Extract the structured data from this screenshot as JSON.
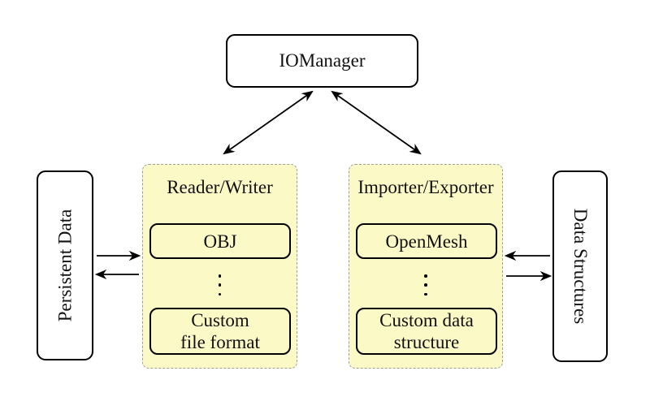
{
  "nodes": {
    "iomanager": {
      "label": "IOManager"
    },
    "persistent_data": {
      "label": "Persistent Data"
    },
    "data_structures": {
      "label": "Data Structures"
    },
    "reader_writer": {
      "label": "Reader/Writer",
      "items": [
        {
          "label": "OBJ"
        },
        {
          "line1": "Custom",
          "line2": "file format"
        }
      ]
    },
    "importer_exporter": {
      "label": "Importer/Exporter",
      "items": [
        {
          "label": "OpenMesh"
        },
        {
          "line1": "Custom data",
          "line2": "structure"
        }
      ]
    }
  },
  "connections": [
    {
      "from": "IOManager",
      "to": "Reader/Writer",
      "direction": "bidirectional"
    },
    {
      "from": "IOManager",
      "to": "Importer/Exporter",
      "direction": "bidirectional"
    },
    {
      "from": "Persistent Data",
      "to": "Reader/Writer",
      "direction": "one-way"
    },
    {
      "from": "Reader/Writer",
      "to": "Persistent Data",
      "direction": "one-way"
    },
    {
      "from": "Data Structures",
      "to": "Importer/Exporter",
      "direction": "one-way"
    },
    {
      "from": "Importer/Exporter",
      "to": "Data Structures",
      "direction": "one-way"
    }
  ],
  "icons": {
    "ellipsis": "vertical-ellipsis"
  },
  "colors": {
    "panel_fill": "#FBF9C6",
    "panel_border": "#9E9E9E",
    "node_border": "#000000",
    "node_fill": "#FFFFFF",
    "arrow": "#000000",
    "background": "#FFFFFF"
  }
}
